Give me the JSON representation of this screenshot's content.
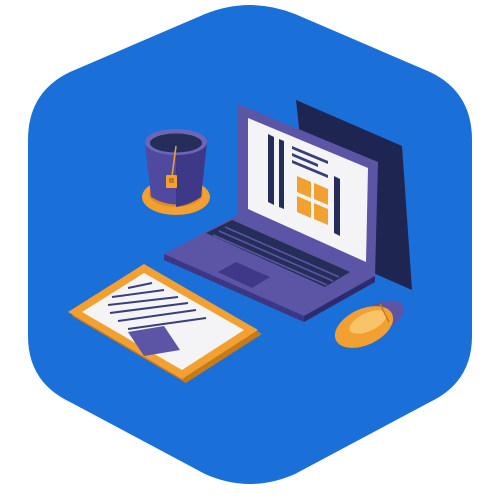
{
  "colors": {
    "background": "#ffffff",
    "hexagon": "#1a6fd8",
    "hexagon_shadow": "#0f4fae",
    "purple": "#5c55a6",
    "purple_dark": "#463f8e",
    "navy": "#252e58",
    "orange": "#f2a032",
    "orange_light": "#f7c46a",
    "paper": "#f4f4f7",
    "ink": "#3a3f7a"
  },
  "illustration": {
    "objects": [
      "hexagon-badge",
      "tea-cup",
      "laptop",
      "tablet",
      "mouse"
    ],
    "icons": [
      "tea-bag-icon",
      "touchpad-icon"
    ]
  }
}
